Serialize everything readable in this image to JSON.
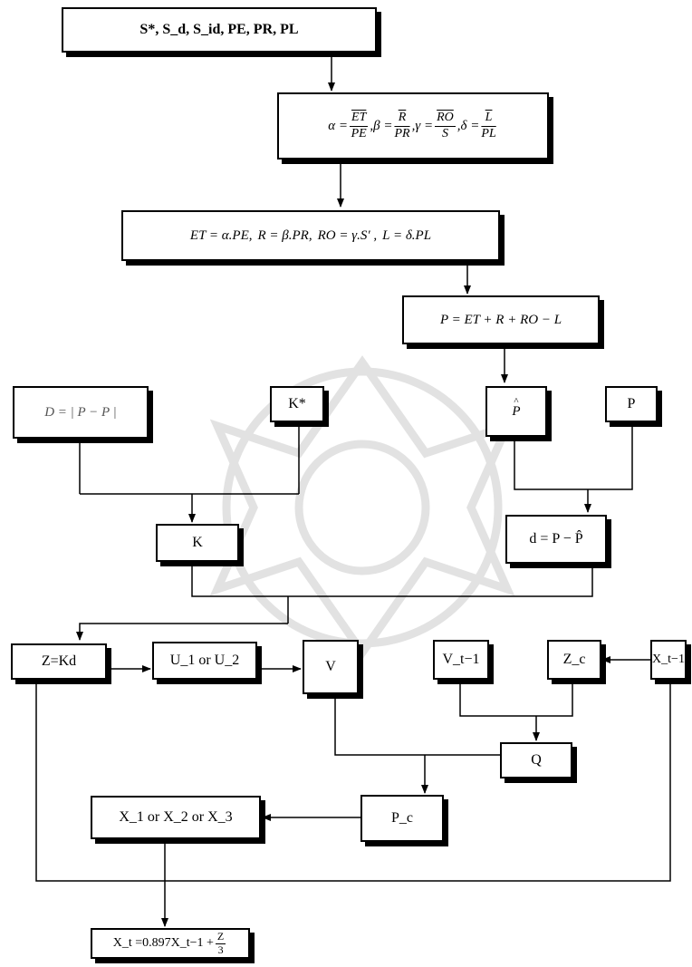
{
  "boxes": {
    "inputs": {
      "line": "S*, S_d, S_id, PE, PR, PL"
    },
    "ratios": {
      "alpha": "α =",
      "beta": "β =",
      "gamma": "γ =",
      "delta": "δ =",
      "et_num": "ET",
      "pe_den": "PE",
      "r_num": "R",
      "pr_den": "PR",
      "ro_num": "RO",
      "s_den": "S",
      "l_num": "L",
      "pl_den": "PL"
    },
    "estimates": {
      "et": "ET = α.PE,",
      "r": "R = β.PR,",
      "ro": "RO = γ.S′ ,",
      "l": "L = δ.PL"
    },
    "p_hat_eq": {
      "text": "P = ET + R + RO − L"
    },
    "d_hat": {
      "text": "D = | P − P |"
    },
    "k_star": {
      "text": "K*"
    },
    "p_hat": {
      "text": "P"
    },
    "p": {
      "text": "P"
    },
    "k": {
      "text": "K"
    },
    "d_eq": {
      "text": "d = P − P̂"
    },
    "z_eq": {
      "text": "Z=Kd"
    },
    "u": {
      "text": "U_1 or U_2"
    },
    "v": {
      "text": "V"
    },
    "v_prev": {
      "text": "V_t−1"
    },
    "zc": {
      "text": "Z_c"
    },
    "x_prev": {
      "text": "X_t−1"
    },
    "q": {
      "text": "Q"
    },
    "pc": {
      "text": "P_c"
    },
    "x_choice": {
      "text": "X_1 or X_2 or X_3"
    },
    "x_final": {
      "lhs": "X_t =0.897X_t−1 +",
      "frac_num": "Z",
      "frac_den": "3"
    }
  }
}
